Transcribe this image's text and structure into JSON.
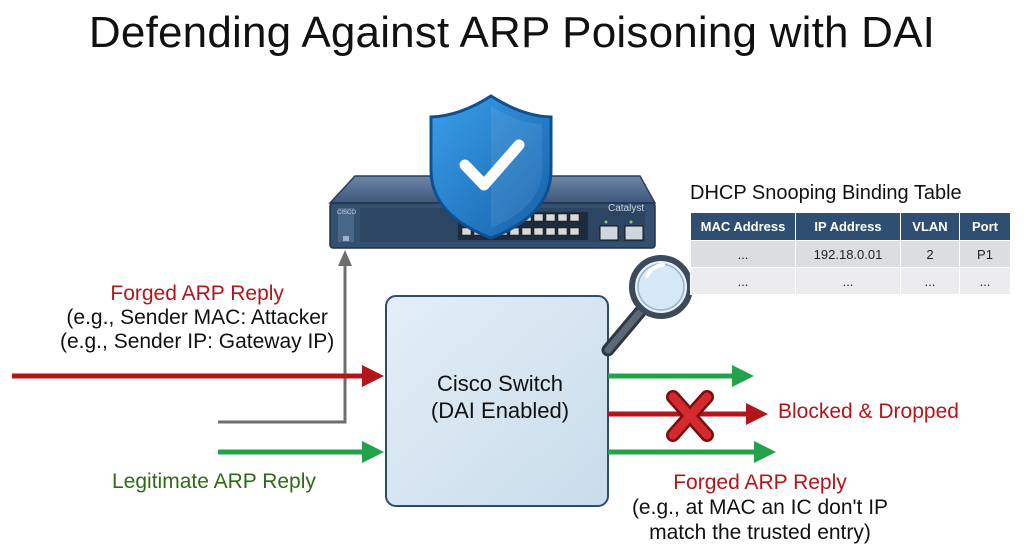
{
  "title": "Defending Against ARP Poisoning with DAI",
  "switch_device": {
    "brand": "Catalyst",
    "logo": "CISCO"
  },
  "incoming": {
    "forged": {
      "title": "Forged ARP Reply",
      "line1": "(e.g., Sender MAC: Attacker",
      "line2": "(e.g., Sender IP: Gateway IP)"
    },
    "legitimate": {
      "label": "Legitimate ARP Reply"
    }
  },
  "switch": {
    "line1": "Cisco Switch",
    "line2": "(DAI Enabled)"
  },
  "outgoing": {
    "blocked": "Blocked & Dropped",
    "forged": {
      "title": "Forged ARP Reply",
      "line1": "(e.g., at MAC an IC don't IP",
      "line2": "match the trusted entry)"
    }
  },
  "binding_table": {
    "title": "DHCP Snooping Binding Table",
    "headers": [
      "MAC Address",
      "IP Address",
      "VLAN",
      "Port"
    ],
    "rows": [
      [
        "...",
        "192.18.0.01",
        "2",
        "P1"
      ],
      [
        "...",
        "...",
        "...",
        "..."
      ]
    ]
  },
  "colors": {
    "forged": "#b3161a",
    "legitimate": "#22a24a",
    "shield": "#1f7fd0",
    "table_header": "#2f4f72",
    "switch_box": "#d3e3ef"
  },
  "icons": [
    "shield-check-icon",
    "magnifier-icon",
    "block-x-icon",
    "network-switch-icon"
  ]
}
